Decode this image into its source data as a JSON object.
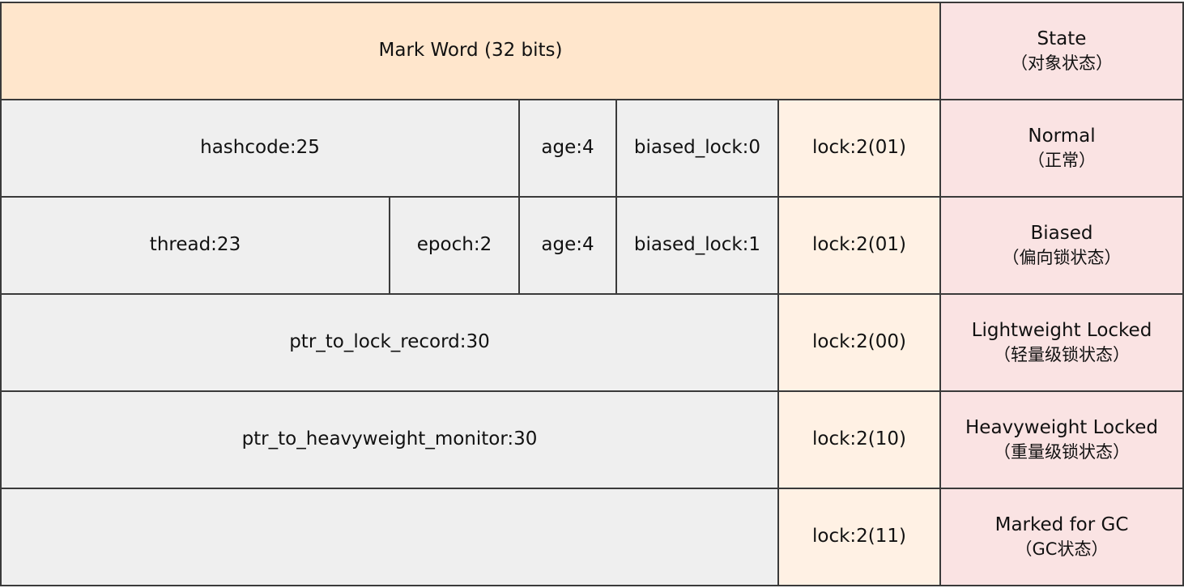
{
  "header": {
    "mark_word": "Mark Word (32 bits)",
    "state_title": "State",
    "state_sub": "（对象状态）"
  },
  "rows": [
    {
      "fields": [
        "hashcode:25",
        "age:4",
        "biased_lock:0"
      ],
      "lock": "lock:2(01)",
      "state": "Normal",
      "state_sub": "（正常）"
    },
    {
      "fields": [
        "thread:23",
        "epoch:2",
        "age:4",
        "biased_lock:1"
      ],
      "lock": "lock:2(01)",
      "state": "Biased",
      "state_sub": "（偏向锁状态）"
    },
    {
      "fields": [
        "ptr_to_lock_record:30"
      ],
      "lock": "lock:2(00)",
      "state": "Lightweight Locked",
      "state_sub": "（轻量级锁状态）"
    },
    {
      "fields": [
        "ptr_to_heavyweight_monitor:30"
      ],
      "lock": "lock:2(10)",
      "state": "Heavyweight Locked",
      "state_sub": "（重量级锁状态）"
    },
    {
      "fields": [
        ""
      ],
      "lock": "lock:2(11)",
      "state": "Marked for GC",
      "state_sub": "（GC状态）"
    }
  ],
  "colors": {
    "header_fill": "#ffe6cc",
    "field_fill": "#efefef",
    "lock_fill": "#fff1e4",
    "state_fill": "#fae3e3",
    "border": "#3a3a3a"
  }
}
